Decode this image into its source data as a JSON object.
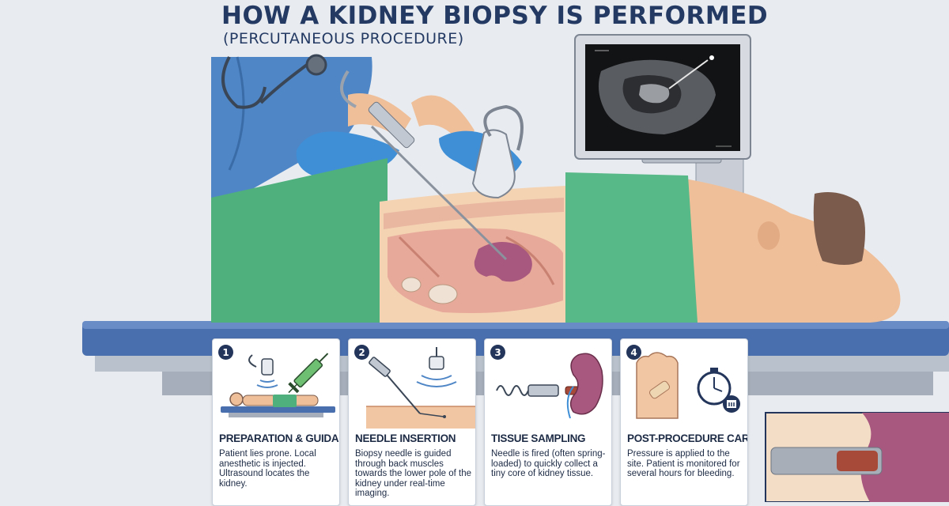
{
  "header": {
    "title": "HOW A KIDNEY BIOPSY IS PERFORMED",
    "subtitle": "(PERCUTANEOUS PROCEDURE)"
  },
  "colors": {
    "navy": "#243a63",
    "scrubs": "#4f86c6",
    "glove": "#3f8fd6",
    "drape": "#4fb07e",
    "skin": "#efbf9a",
    "kidney": "#a8577e",
    "table": "#4a6fae"
  },
  "steps": [
    {
      "number": "1",
      "title": "PREPARATION & GUIDANCE",
      "text": "Patient lies prone. Local anesthetic is injected. Ultrasound locates the kidney.",
      "icons": [
        "ultrasound-probe-icon",
        "syringe-icon",
        "patient-lying-icon"
      ]
    },
    {
      "number": "2",
      "title": "NEEDLE INSERTION",
      "text": "Biopsy needle is guided through back muscles towards the lower pole of the kidney under real-time imaging.",
      "icons": [
        "biopsy-needle-icon",
        "ultrasound-probe-icon",
        "skin-layer-icon"
      ]
    },
    {
      "number": "3",
      "title": "TISSUE SAMPLING",
      "text": "Needle is fired (often spring-loaded) to quickly collect a tiny core of kidney tissue.",
      "icons": [
        "spring-needle-icon",
        "tissue-core-icon",
        "kidney-icon"
      ]
    },
    {
      "number": "4",
      "title": "POST-PROCEDURE CARE",
      "text": "Pressure is applied to the site. Patient is monitored for several hours for bleeding.",
      "icons": [
        "bandaged-back-icon",
        "stopwatch-icon",
        "clipboard-icon"
      ]
    }
  ]
}
